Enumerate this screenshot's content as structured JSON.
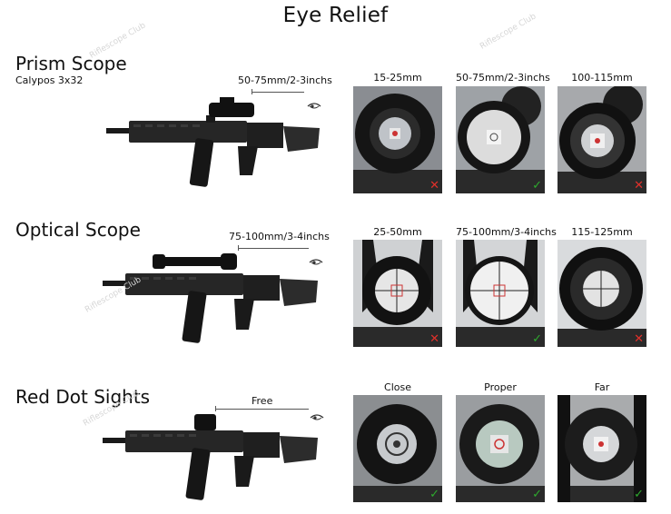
{
  "title": "Eye Relief",
  "watermark": "Riflescope Club",
  "colors": {
    "check": "#2eaa2e",
    "cross": "#e0302a"
  },
  "sections": [
    {
      "title": "Prism Scope",
      "subtitle": "Calypos 3x32",
      "distance": "50-75mm/2-3inchs",
      "icon": "eye-icon",
      "photos": [
        {
          "caption": "15-25mm",
          "result": "cross"
        },
        {
          "caption": "50-75mm/2-3inchs",
          "result": "check"
        },
        {
          "caption": "100-115mm",
          "result": "cross"
        }
      ]
    },
    {
      "title": "Optical Scope",
      "distance": "75-100mm/3-4inchs",
      "icon": "eye-icon",
      "photos": [
        {
          "caption": "25-50mm",
          "result": "cross"
        },
        {
          "caption": "75-100mm/3-4inchs",
          "result": "check"
        },
        {
          "caption": "115-125mm",
          "result": "cross"
        }
      ]
    },
    {
      "title": "Red Dot Sights",
      "distance": "Free",
      "icon": "eye-icon",
      "photos": [
        {
          "caption": "Close",
          "result": "check"
        },
        {
          "caption": "Proper",
          "result": "check"
        },
        {
          "caption": "Far",
          "result": "check"
        }
      ]
    }
  ],
  "marks": {
    "check": "✓",
    "cross": "✕"
  }
}
